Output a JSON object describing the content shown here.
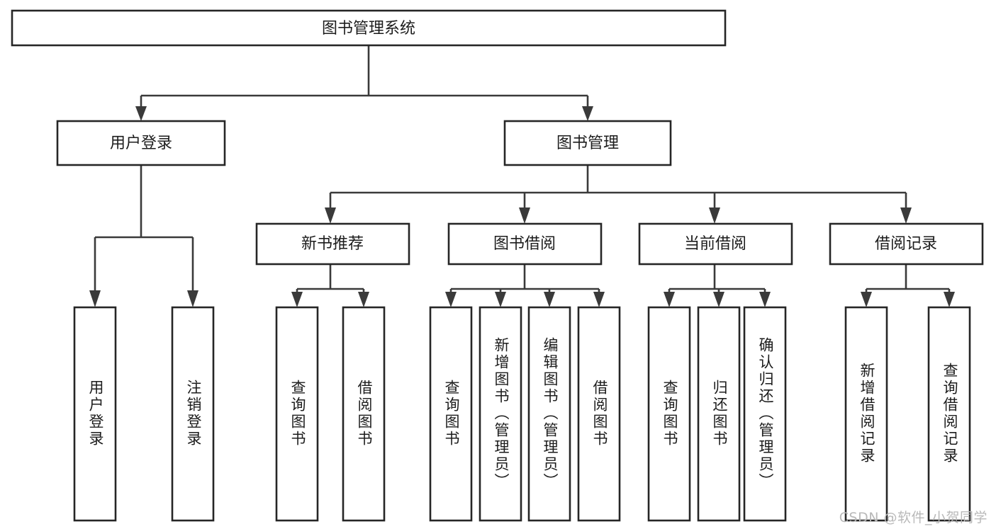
{
  "diagram": {
    "type": "tree-hierarchy-chart",
    "title": "图书管理系统",
    "watermark": "CSDN @软件_小贺同学",
    "nodes": {
      "root": {
        "label": "图书管理系统",
        "level": 0
      },
      "l1": [
        {
          "id": "user-login",
          "label": "用户登录"
        },
        {
          "id": "book-manage",
          "label": "图书管理"
        }
      ],
      "l2": [
        {
          "id": "new-book-rec",
          "label": "新书推荐",
          "parent": "book-manage"
        },
        {
          "id": "book-borrow",
          "label": "图书借阅",
          "parent": "book-manage"
        },
        {
          "id": "current-borrow",
          "label": "当前借阅",
          "parent": "book-manage"
        },
        {
          "id": "borrow-record",
          "label": "借阅记录",
          "parent": "book-manage"
        }
      ],
      "leaves": [
        {
          "id": "leaf-user-login",
          "label": "用户登录",
          "parent": "user-login"
        },
        {
          "id": "leaf-logout-login",
          "label": "注销登录",
          "parent": "user-login"
        },
        {
          "id": "leaf-query-book-1",
          "label": "查询图书",
          "parent": "new-book-rec"
        },
        {
          "id": "leaf-borrow-book-1",
          "label": "借阅图书",
          "parent": "new-book-rec"
        },
        {
          "id": "leaf-query-book-2",
          "label": "查询图书",
          "parent": "book-borrow"
        },
        {
          "id": "leaf-add-book",
          "label": "新增图书（管理员）",
          "parent": "book-borrow"
        },
        {
          "id": "leaf-edit-book",
          "label": "编辑图书（管理员）",
          "parent": "book-borrow"
        },
        {
          "id": "leaf-borrow-book-2",
          "label": "借阅图书",
          "parent": "book-borrow"
        },
        {
          "id": "leaf-query-book-3",
          "label": "查询图书",
          "parent": "current-borrow"
        },
        {
          "id": "leaf-return-book",
          "label": "归还图书",
          "parent": "current-borrow"
        },
        {
          "id": "leaf-confirm-return",
          "label": "确认归还（管理员）",
          "parent": "current-borrow"
        },
        {
          "id": "leaf-add-record",
          "label": "新增借阅记录",
          "parent": "borrow-record"
        },
        {
          "id": "leaf-query-record",
          "label": "查询借阅记录",
          "parent": "borrow-record"
        }
      ]
    },
    "colors": {
      "box_stroke": "#262626",
      "connector": "#3a3a3a",
      "text": "#1c1c1c",
      "background": "#ffffff",
      "watermark": "#b9b9b9"
    }
  }
}
